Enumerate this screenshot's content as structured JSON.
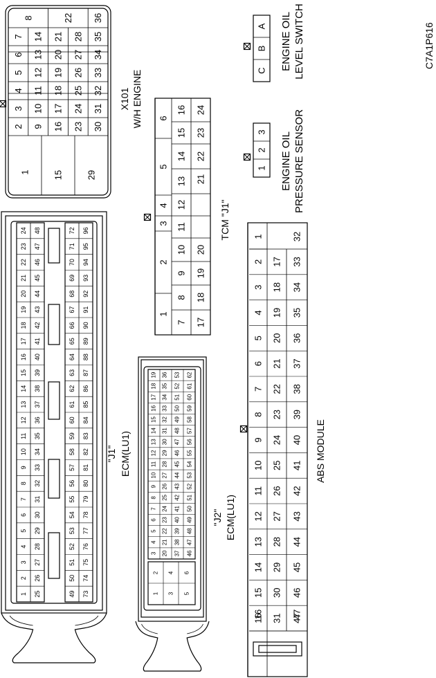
{
  "figure_code": "C7A1P616",
  "connectors": {
    "x101": {
      "label_lines": [
        "X101",
        "W/H ENGINE"
      ]
    },
    "tcm_j1": {
      "label": "TCM \"J1\""
    },
    "ecm_j1": {
      "label_lines": [
        "\"J1\"",
        "ECM(LU1)"
      ]
    },
    "ecm_j2": {
      "label_lines": [
        "\"J2\"",
        "ECM(LU1)"
      ]
    },
    "abs_module": {
      "label": "ABS MODULE"
    },
    "engine_oil_pressure_sensor": {
      "label_lines": [
        "ENGINE OIL",
        "PRESSURE SENSOR"
      ],
      "pins": [
        "1",
        "2",
        "3"
      ]
    },
    "engine_oil_level_switch": {
      "label_lines": [
        "ENGINE OIL",
        "LEVEL SWITCH"
      ],
      "pins": [
        "C",
        "B",
        "A"
      ]
    }
  }
}
